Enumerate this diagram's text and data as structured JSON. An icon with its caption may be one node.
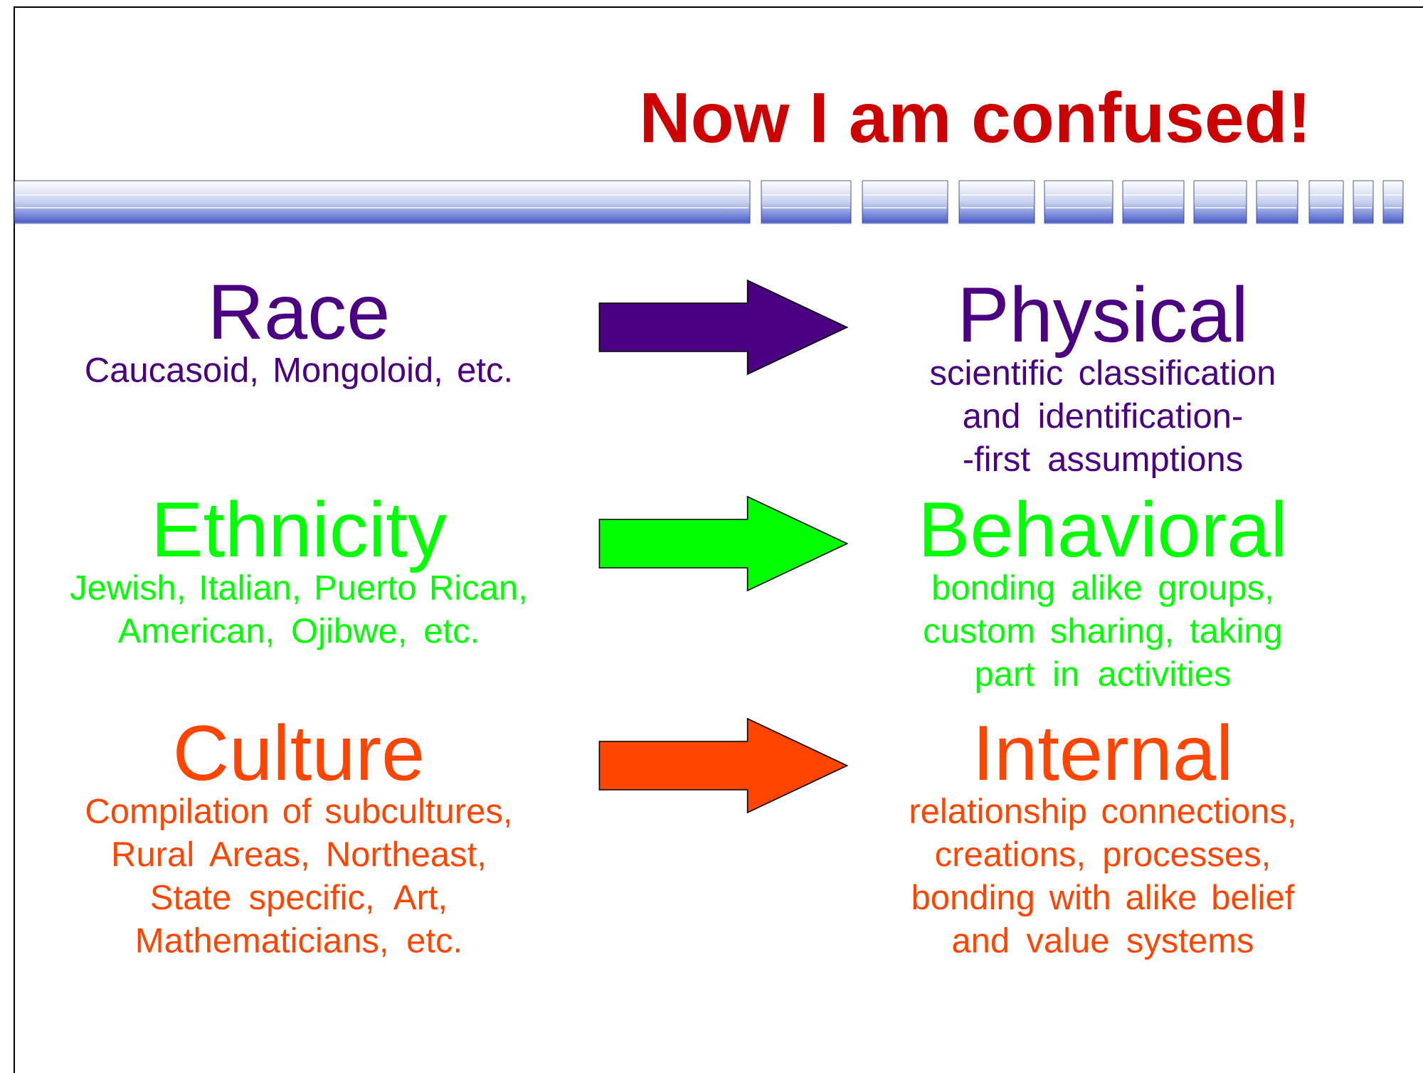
{
  "diagram": {
    "title": "Now I am confused!",
    "nodes": [
      {
        "text": [
          "Race",
          "Caucasoid, Mongoloid, etc."
        ]
      },
      {
        "text": [
          "Physical",
          "scientific classification and identification--first assumptions"
        ]
      },
      {
        "text": [
          "Ethnicity",
          "Jewish, Italian, Puerto Rican, American, Ojibwe, etc."
        ]
      },
      {
        "text": [
          "Behavioral",
          "bonding alike groups, custom sharing, taking part in activities"
        ]
      },
      {
        "text": [
          "Culture",
          "Compilation of subcultures, Rural Areas, Northeast, State specific, Art, Mathematicians, etc."
        ]
      },
      {
        "text": [
          "Internal",
          "relationship connections, creations, processes, bonding with alike belief and value systems"
        ]
      }
    ],
    "edges": [
      {
        "from": 0,
        "to": 1,
        "arrow": "to",
        "color": "#4b0082"
      },
      {
        "from": 2,
        "to": 3,
        "arrow": "to",
        "color": "#00ff00"
      },
      {
        "from": 4,
        "to": 5,
        "arrow": "to",
        "color": "#ff4500"
      }
    ]
  }
}
